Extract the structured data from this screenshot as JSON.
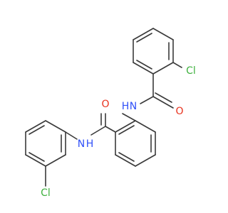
{
  "molecule": {
    "atoms": [
      {
        "id": "cl1",
        "symbol": "Cl",
        "color": "#3fb13f"
      },
      {
        "id": "o1",
        "symbol": "O",
        "color": "#e8321e"
      },
      {
        "id": "n1",
        "symbol": "N",
        "sub": "H",
        "color": "#3050f8"
      },
      {
        "id": "o2",
        "symbol": "O",
        "color": "#e8321e"
      },
      {
        "id": "n2",
        "symbol": "N",
        "sub": "H",
        "color": "#3050f8"
      },
      {
        "id": "cl2",
        "symbol": "Cl",
        "color": "#3fb13f"
      }
    ]
  },
  "colors": {
    "bond": "#3a3a3a",
    "background": "#ffffff"
  }
}
